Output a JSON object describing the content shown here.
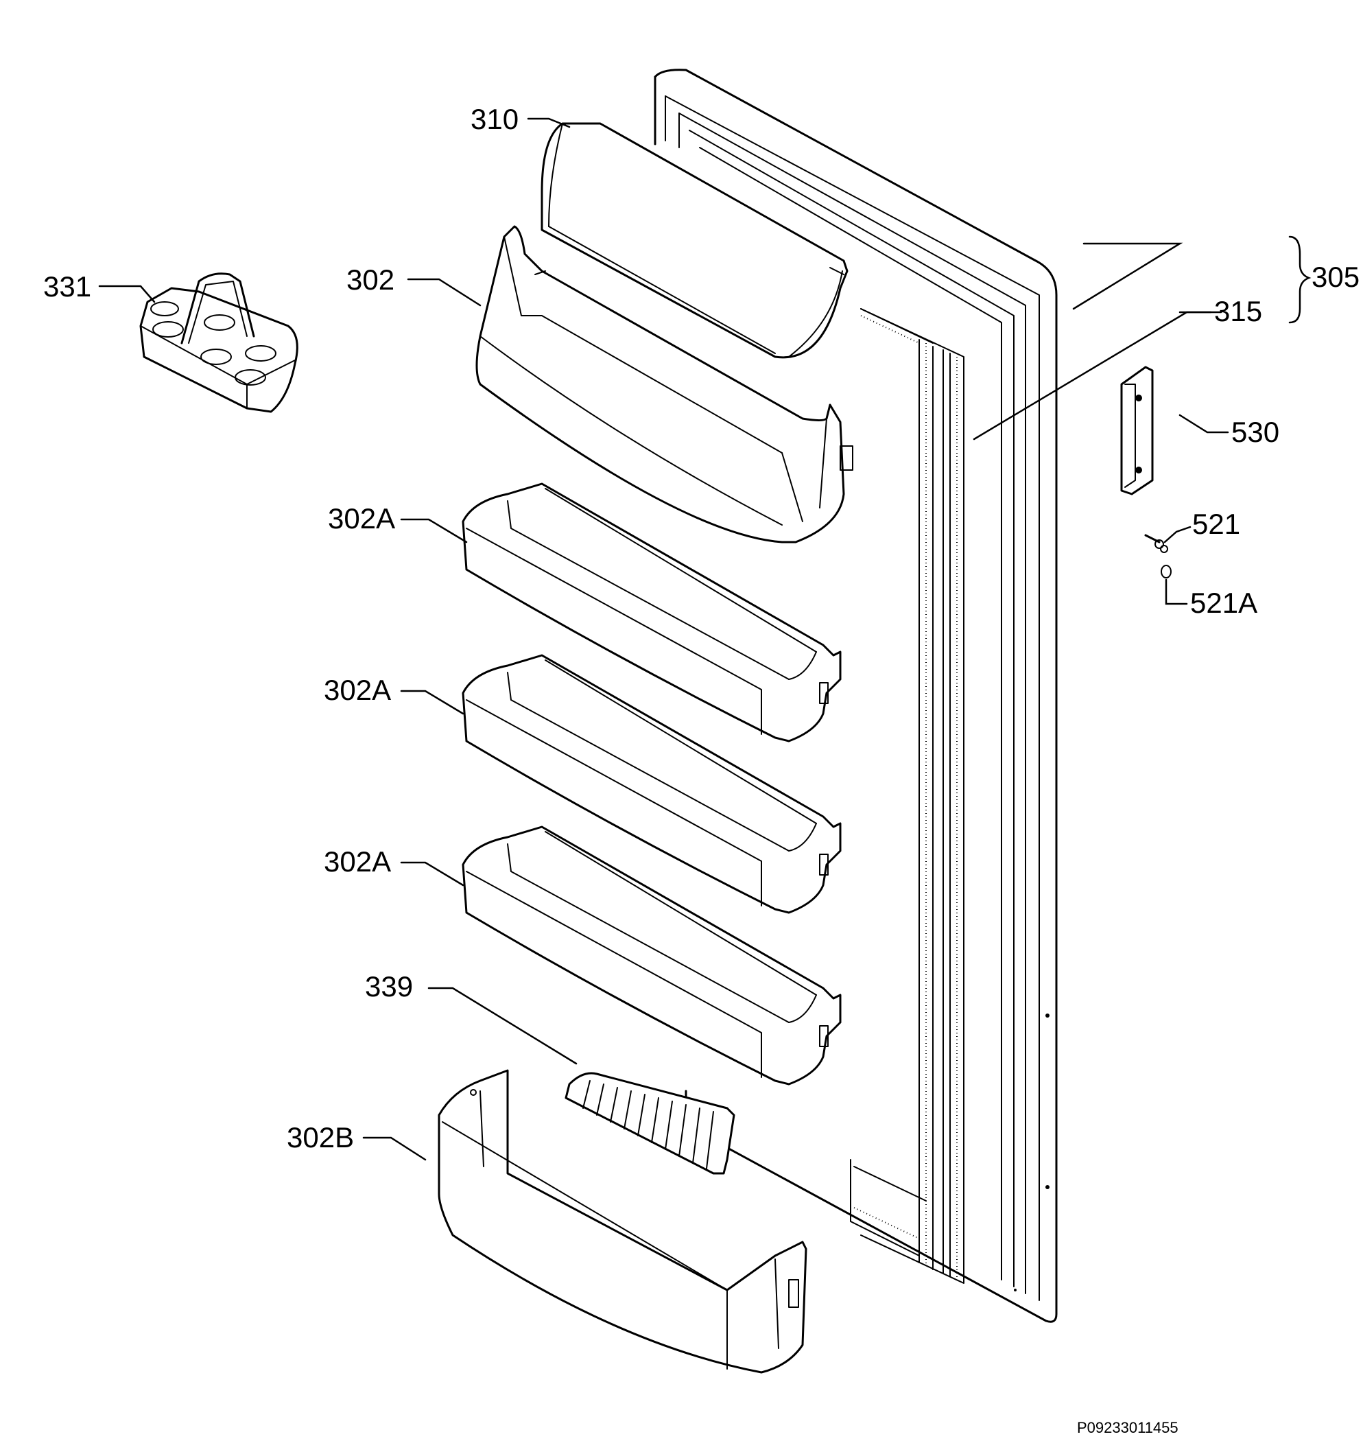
{
  "callouts": {
    "c310": "310",
    "c302": "302",
    "c331": "331",
    "c302a_1": "302A",
    "c302a_2": "302A",
    "c302a_3": "302A",
    "c339": "339",
    "c302b": "302B",
    "c305": "305",
    "c315": "315",
    "c530": "530",
    "c521": "521",
    "c521a": "521A"
  },
  "drawing_code": "P09233011455"
}
